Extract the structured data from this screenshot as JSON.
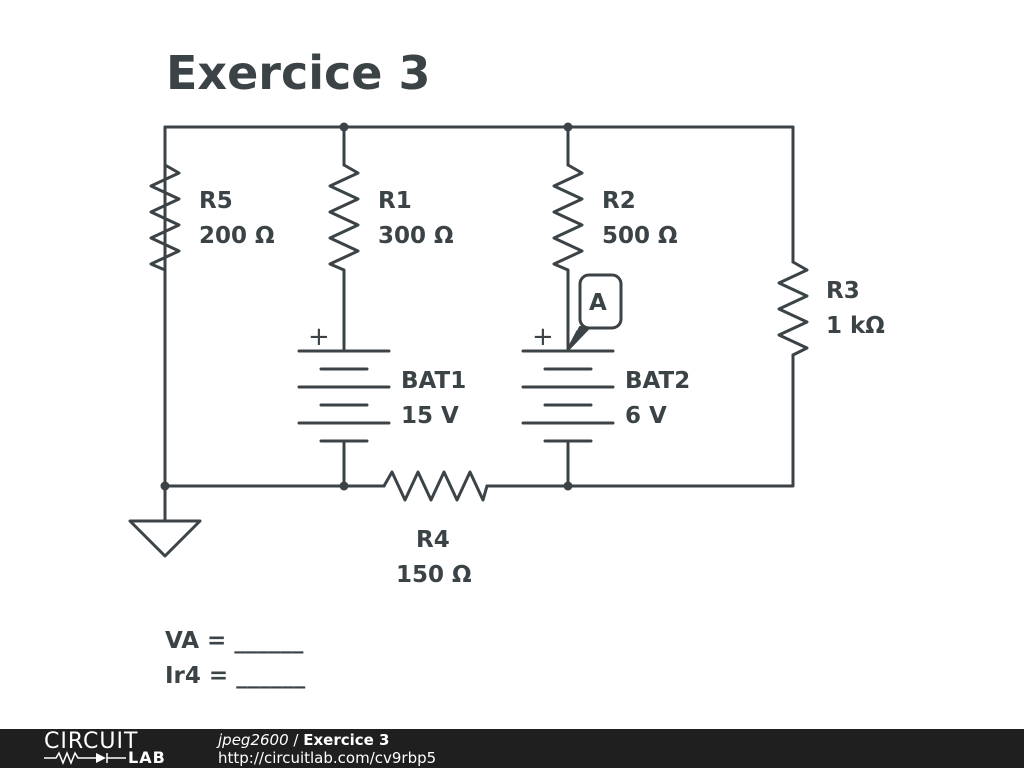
{
  "title": "Exercice 3",
  "components": {
    "r5": {
      "name": "R5",
      "value": "200 Ω"
    },
    "r1": {
      "name": "R1",
      "value": "300 Ω"
    },
    "r2": {
      "name": "R2",
      "value": "500 Ω"
    },
    "r3": {
      "name": "R3",
      "value": "1 kΩ"
    },
    "r4": {
      "name": "R4",
      "value": "150 Ω"
    },
    "bat1": {
      "name": "BAT1",
      "value": "15 V",
      "polarity": "+"
    },
    "bat2": {
      "name": "BAT2",
      "value": "6 V",
      "polarity": "+"
    }
  },
  "probe": {
    "label": "A"
  },
  "questions": {
    "va": "VA = ______",
    "ir4": "Ir4 = ______"
  },
  "footer": {
    "logo_top": "CIRCUIT",
    "logo_bottom": "LAB",
    "author": "jpeg2600",
    "separator": " / ",
    "circuit_title": "Exercice 3",
    "url": "http://circuitlab.com/cv9rbp5"
  },
  "colors": {
    "ink": "#3b4347",
    "footer_bg": "#1f1f1f"
  }
}
